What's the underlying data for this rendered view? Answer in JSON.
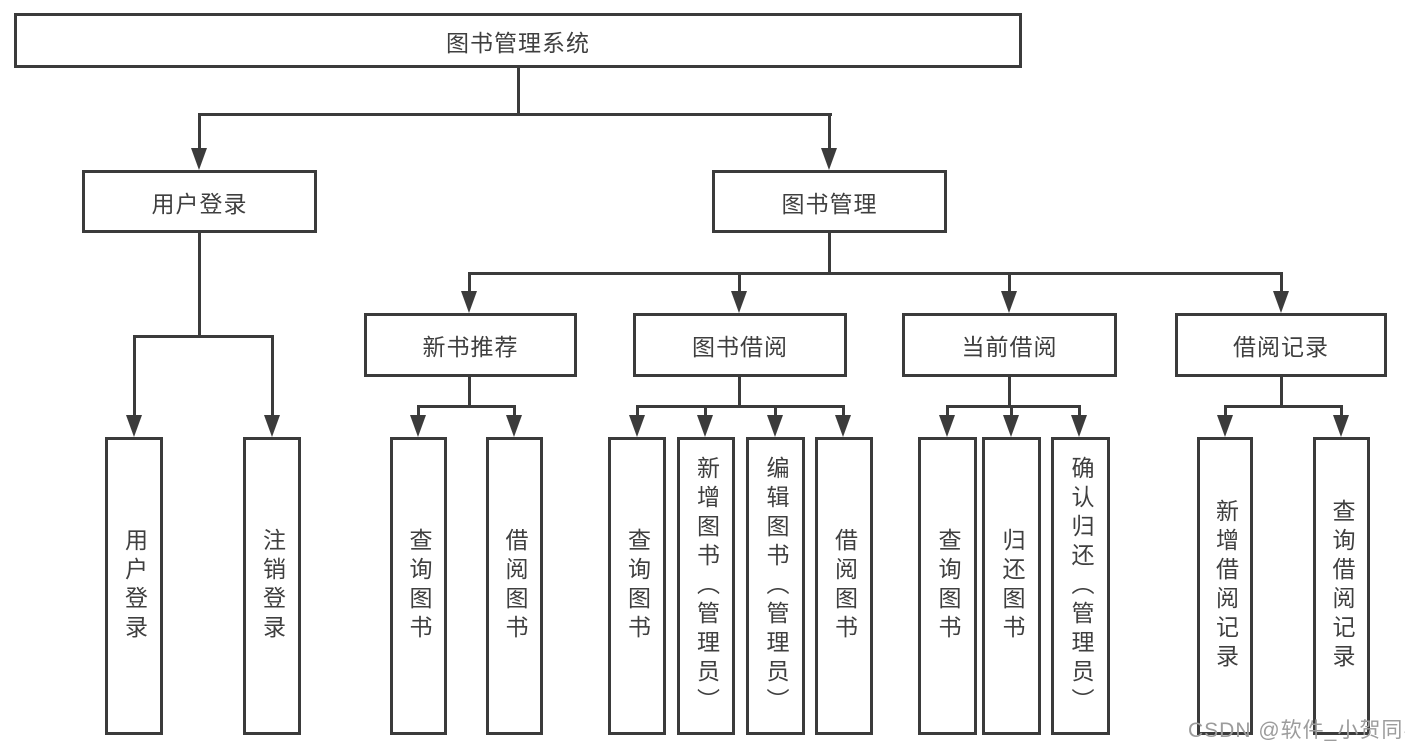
{
  "diagram_title": "图书管理系统",
  "tree": {
    "root": "图书管理系统",
    "branches": [
      {
        "label": "用户登录",
        "children": [
          "用户登录",
          "注销登录"
        ]
      },
      {
        "label": "图书管理",
        "groups": [
          {
            "label": "新书推荐",
            "children": [
              "查询图书",
              "借阅图书"
            ]
          },
          {
            "label": "图书借阅",
            "children": [
              "查询图书",
              "新增图书（管理员）",
              "编辑图书（管理员）",
              "借阅图书"
            ]
          },
          {
            "label": "当前借阅",
            "children": [
              "查询图书",
              "归还图书",
              "确认归还（管理员）"
            ]
          },
          {
            "label": "借阅记录",
            "children": [
              "新增借阅记录",
              "查询借阅记录"
            ]
          }
        ]
      }
    ]
  },
  "watermark": "CSDN @软件_小贺同学",
  "colors": {
    "line": "#3b3b3b",
    "text": "#3f3f3f",
    "watermark": "#9c9c9c",
    "background": "#ffffff"
  }
}
